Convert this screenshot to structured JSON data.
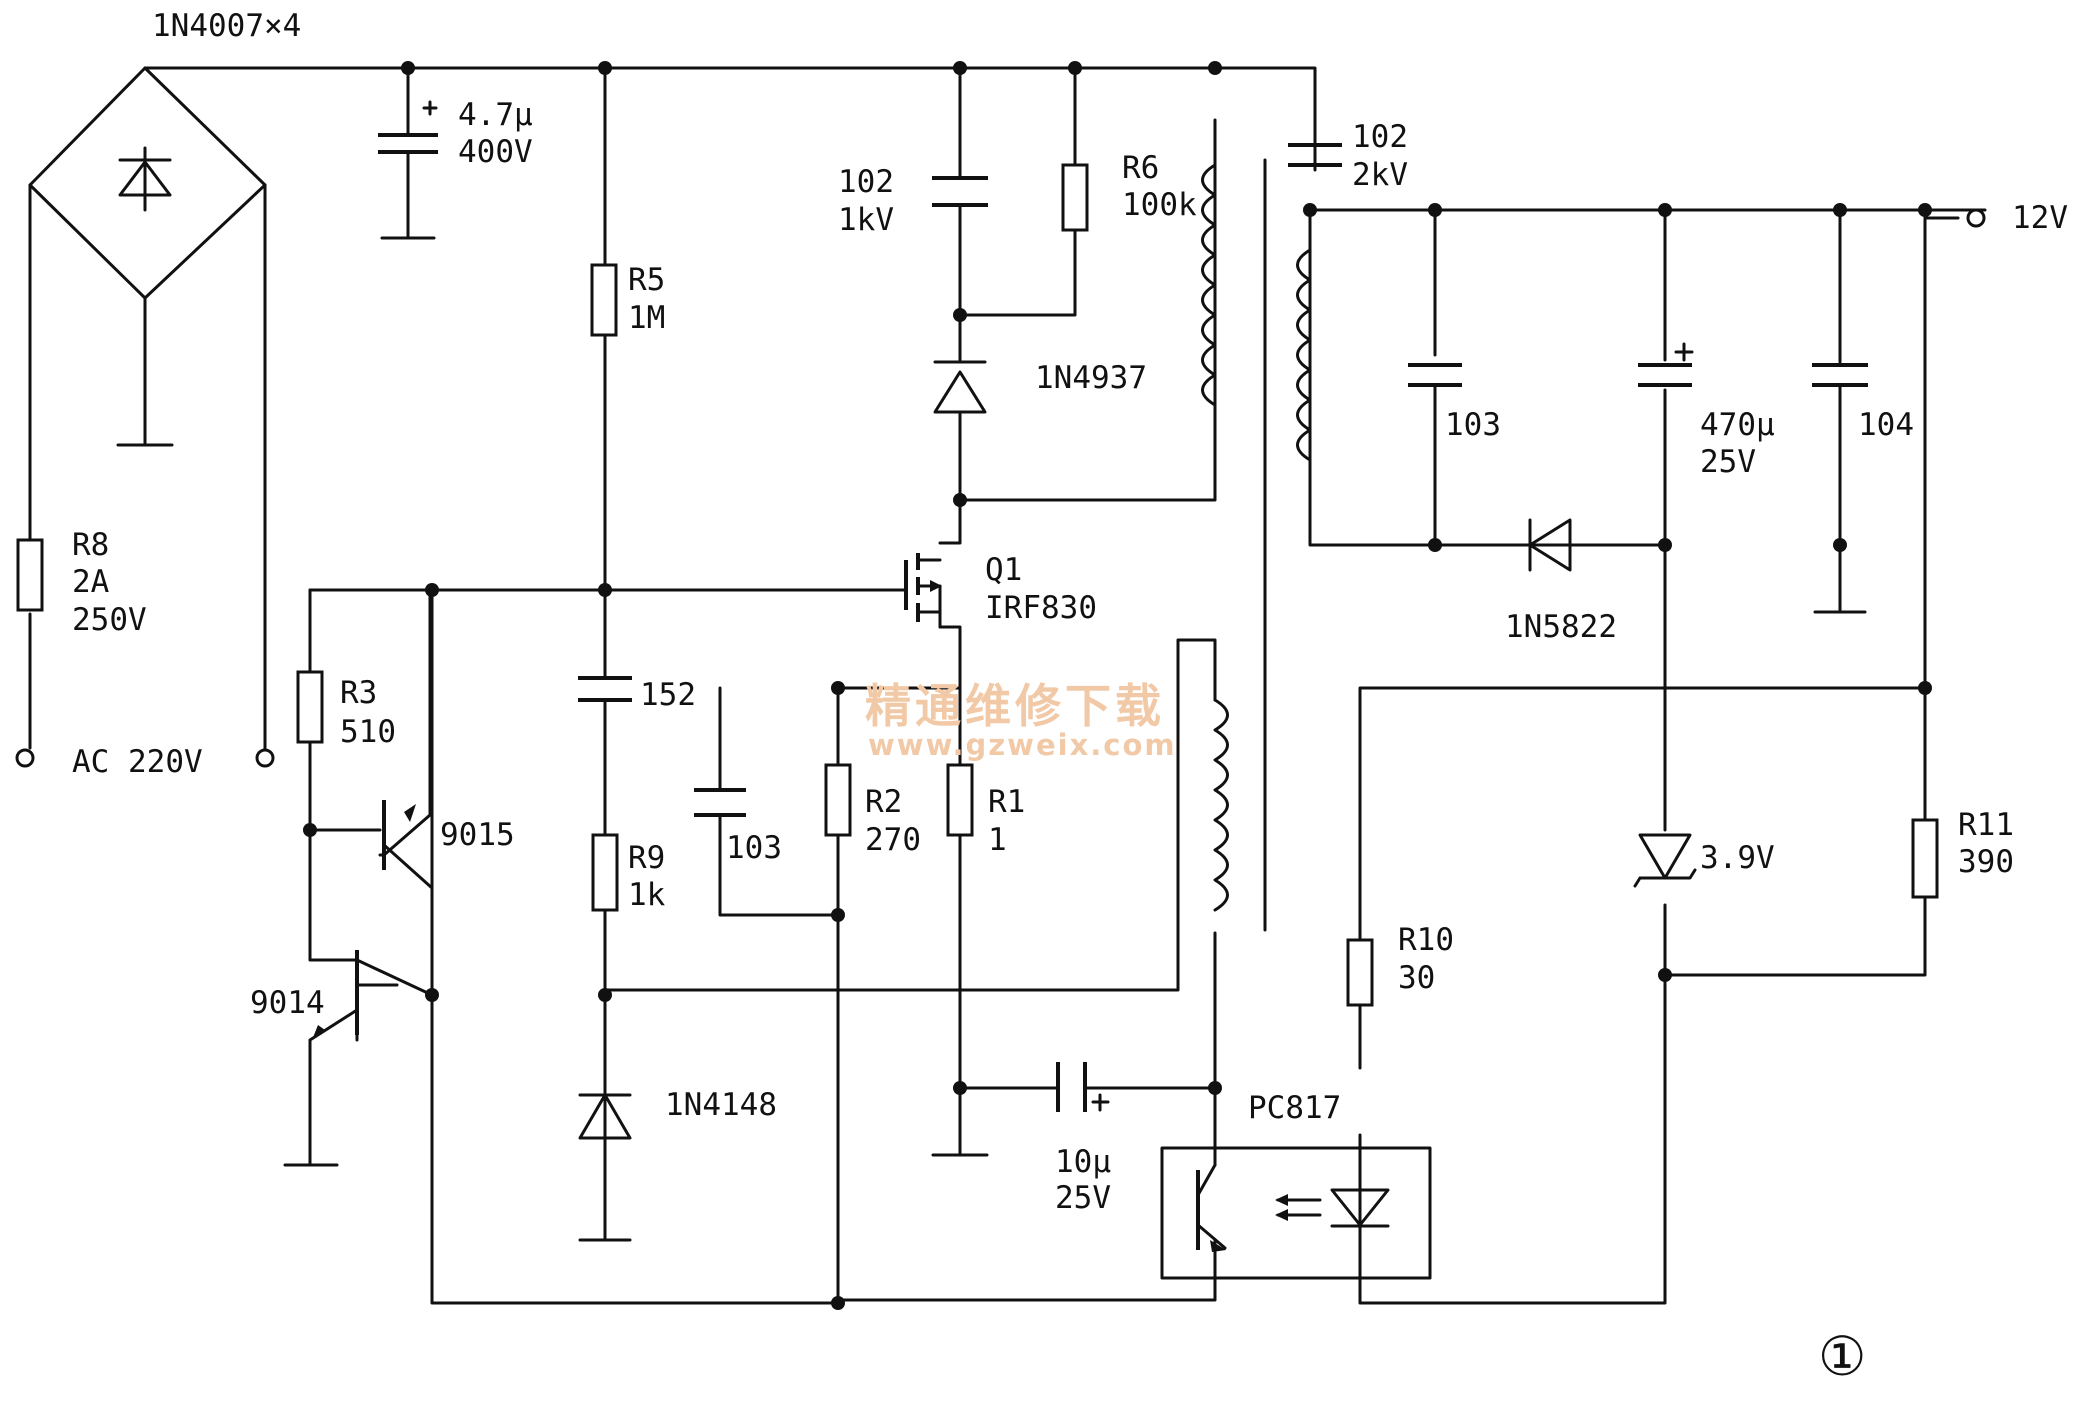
{
  "bridge": {
    "label": "1N4007×4"
  },
  "fuse": {
    "ref": "R8",
    "rating": "2A",
    "voltage": "250V"
  },
  "ac_input": {
    "label": "AC 220V"
  },
  "bulk_cap": {
    "value": "4.7μ",
    "voltage": "400V"
  },
  "r5": {
    "ref": "R5",
    "value": "1M"
  },
  "snubber_cap": {
    "value": "102",
    "voltage": "1kV"
  },
  "r6": {
    "ref": "R6",
    "value": "100k"
  },
  "d_clamp": {
    "part": "1N4937"
  },
  "q1": {
    "ref": "Q1",
    "part": "IRF830"
  },
  "c152": {
    "value": "152"
  },
  "r2": {
    "ref": "R2",
    "value": "270"
  },
  "r1": {
    "ref": "R1",
    "value": "1"
  },
  "c103_left": {
    "value": "103"
  },
  "r9": {
    "ref": "R9",
    "value": "1k"
  },
  "d_1n4148": {
    "part": "1N4148"
  },
  "r3": {
    "ref": "R3",
    "value": "510"
  },
  "q_9015": {
    "part": "9015"
  },
  "q_9014": {
    "part": "9014"
  },
  "c_aux": {
    "value": "10μ",
    "voltage": "25V"
  },
  "optocoupler": {
    "part": "PC817"
  },
  "y_cap": {
    "value": "102",
    "voltage": "2kV"
  },
  "c103_right": {
    "value": "103"
  },
  "c_out": {
    "value": "470μ",
    "voltage": "25V"
  },
  "c104": {
    "value": "104"
  },
  "d_out": {
    "part": "1N5822"
  },
  "output": {
    "label": "12V"
  },
  "zener": {
    "value": "3.9V"
  },
  "r10": {
    "ref": "R10",
    "value": "30"
  },
  "r11": {
    "ref": "R11",
    "value": "390"
  },
  "watermark": {
    "cn": "精通维修下载",
    "url": "www.gzweix.com"
  },
  "figure": {
    "number": "①"
  }
}
